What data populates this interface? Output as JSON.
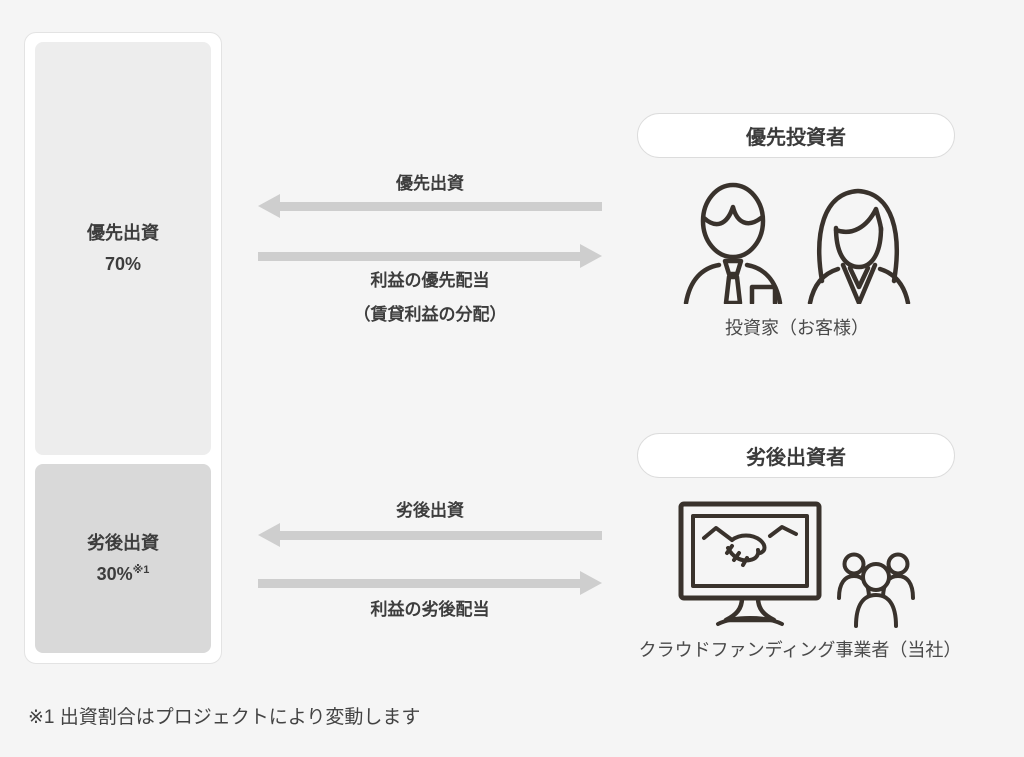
{
  "colors": {
    "bg": "#f5f5f5",
    "panel-bg": "#ffffff",
    "panel-border": "#e3e3e3",
    "senior-box-fill": "#ededed",
    "subordinated-box-fill": "#d9d9d9",
    "arrow": "#cecece",
    "text": "#3d3d3d",
    "caption": "#4a4a4a",
    "icon-stroke": "#39322c",
    "badge-border": "#dcdcdc"
  },
  "capital_stack": {
    "senior": {
      "label": "優先出資",
      "ratio": "70%"
    },
    "subordinated": {
      "label": "劣後出資",
      "ratio": "30%",
      "ratio_note": "※1"
    }
  },
  "flows": {
    "senior": {
      "investment_label": "優先出資",
      "dividend_label": "利益の優先配当",
      "dividend_sublabel": "（賃貸利益の分配）"
    },
    "subordinated": {
      "investment_label": "劣後出資",
      "dividend_label": "利益の劣後配当"
    }
  },
  "parties": {
    "senior_investor": {
      "badge": "優先投資者",
      "caption": "投資家（お客様）"
    },
    "subordinated_investor": {
      "badge": "劣後出資者",
      "caption": "クラウドファンディング事業者（当社）"
    }
  },
  "footnote": "※1 出資割合はプロジェクトにより変動します",
  "icons": {
    "senior_investor": [
      "male-investor-icon",
      "female-investor-icon"
    ],
    "subordinated_investor": [
      "monitor-handshake-icon",
      "people-group-icon"
    ],
    "flow_arrows": [
      "left-arrow-icon",
      "right-arrow-icon"
    ]
  }
}
